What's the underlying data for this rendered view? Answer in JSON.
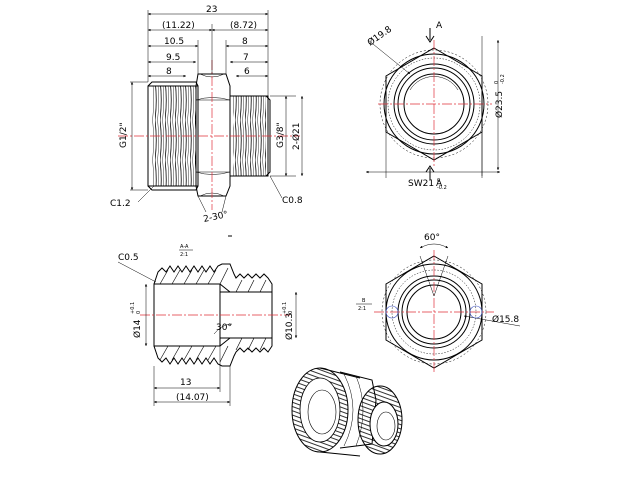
{
  "front_view": {
    "dims": {
      "overall": "23",
      "d_11_22": "(11.22)",
      "d_8_72": "(8.72)",
      "d_10_5": "10.5",
      "d_8_top": "8",
      "d_9_5": "9.5",
      "d_7": "7",
      "d_8_left": "8",
      "d_6": "6",
      "thread_left": "G1/2\"",
      "thread_right": "G3/8\"",
      "dia_right": "2-Ø21",
      "chamfer_left": "C1.2",
      "chamfer_right": "C0.8",
      "angle": "2-30°"
    }
  },
  "end_view_top": {
    "dia_19_8": "Ø19.8",
    "dia_23_5": "Ø23.5",
    "tol_23_5_upper": "0",
    "tol_23_5_lower": "-0.2",
    "sw_label": "SW21",
    "sw_tol_upper": "0",
    "sw_tol_lower": "-0.2",
    "section_a_top": "A",
    "section_a_bottom": "A"
  },
  "section_view": {
    "label_top": "A-A",
    "label_bottom": "2:1",
    "chamfer": "C0.5",
    "dia_14": "Ø14",
    "dia_14_tol_upper": "+0.1",
    "dia_14_tol_lower": "0",
    "dia_10_3": "Ø10.3",
    "dia_10_3_tol_upper": "+0.1",
    "dia_10_3_tol_lower": "0",
    "angle": "30°",
    "len_13": "13",
    "len_14_07": "(14.07)"
  },
  "detail_b": {
    "label_top": "B",
    "label_bottom": "2:1",
    "angle": "60°",
    "dia_15_8": "Ø15.8"
  }
}
